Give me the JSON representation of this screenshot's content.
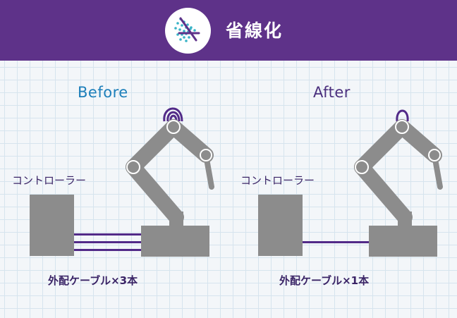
{
  "header": {
    "title": "省線化",
    "logo_icon": "cable-routing-icon",
    "background_color": "#5e3289"
  },
  "panels": [
    {
      "title": "Before",
      "title_color": "#1d7fba",
      "controller_label": "コントローラー",
      "cable_label": "外配ケーブル×3本",
      "cable_count": 3
    },
    {
      "title": "After",
      "title_color": "#4a2f7d",
      "controller_label": "コントローラー",
      "cable_label": "外配ケーブル×1本",
      "cable_count": 1
    }
  ],
  "colors": {
    "robot_gray": "#8c8c8c",
    "cable_purple": "#522a88",
    "grid_line": "#d6e4ee"
  }
}
